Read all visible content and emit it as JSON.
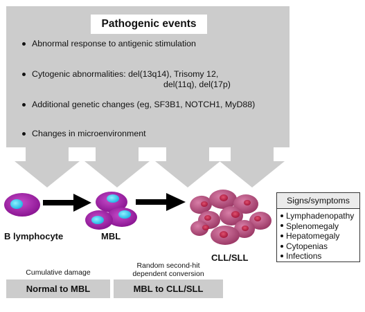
{
  "pathogenic_events": {
    "title": "Pathogenic events",
    "items": [
      {
        "line1": "Abnormal response to antigenic stimulation"
      },
      {
        "line1": "Cytogenic abnormalities: del(13q14), Trisomy 12,",
        "line2": "del(11q), del(17p)"
      },
      {
        "line1": "Additional genetic changes (eg, SF3B1, NOTCH1, MyD88)"
      },
      {
        "line1": "Changes in microenvironment"
      }
    ]
  },
  "cells": {
    "b_lymphocyte": "B lymphocyte",
    "mbl": "MBL",
    "cll_sll": "CLL/SLL"
  },
  "signs_symptoms": {
    "title": "Signs/symptoms",
    "items": [
      "Lymphadenopathy",
      "Splenomegaly",
      "Hepatomegaly",
      "Cytopenias",
      "Infections"
    ]
  },
  "stages": [
    {
      "caption": "Cumulative damage",
      "label": "Normal to MBL"
    },
    {
      "caption_line1": "Random second-hit",
      "caption_line2": "dependent conversion",
      "label": "MBL to CLL/SLL"
    }
  ],
  "colors": {
    "panel_gray": "#cccccc",
    "b_cell_body": "#a21ea7",
    "nucleus_cyan": "#3ec7ea",
    "cll_cell_body": "#b24b7c",
    "cll_nucleus": "#c0244d"
  }
}
